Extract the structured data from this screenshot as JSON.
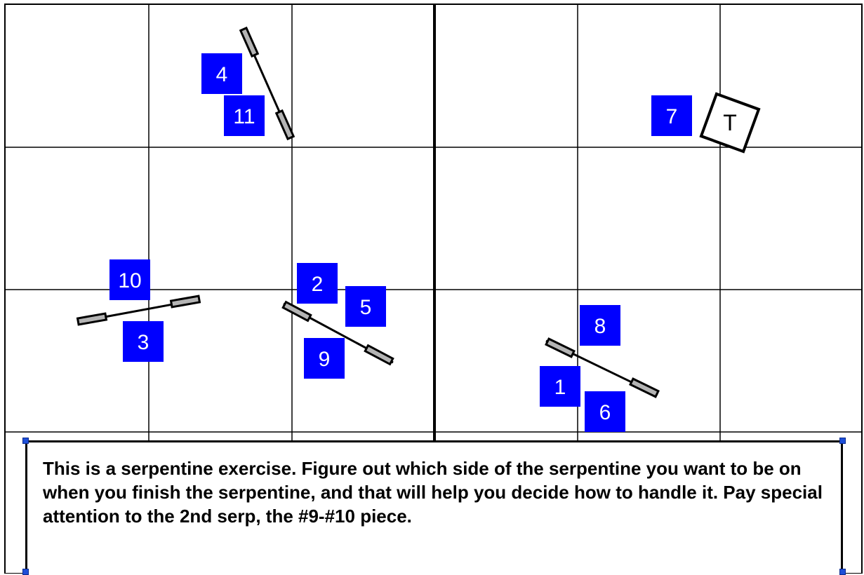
{
  "course": {
    "numbers": {
      "n1": "1",
      "n2": "2",
      "n3": "3",
      "n4": "4",
      "n5": "5",
      "n6": "6",
      "n7": "7",
      "n8": "8",
      "n9": "9",
      "n10": "10",
      "n11": "11"
    },
    "tunnel_letter": "T"
  },
  "note": {
    "text": "This is a serpentine exercise. Figure out which side of the serpentine you want to be on when you finish the serpentine, and that will help you decide how to handle it. Pay special attention to the 2nd serp, the #9-#10 piece."
  },
  "colors": {
    "number_box": "#0000ff",
    "jump_wing": "#b4b4b4",
    "grid": "#000000",
    "handle": "#1e4fd8"
  }
}
